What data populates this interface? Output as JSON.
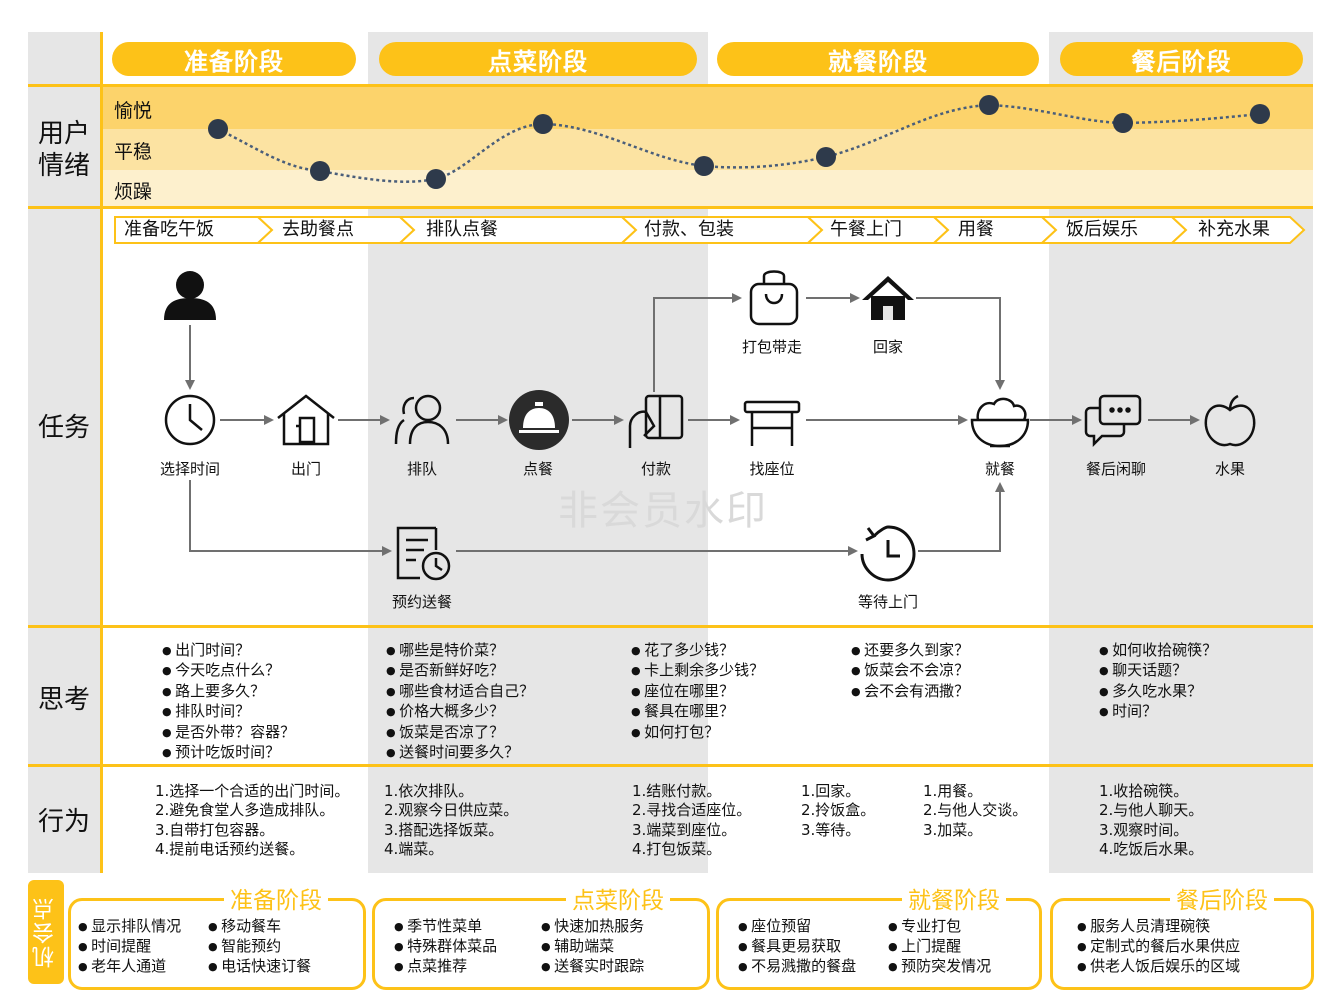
{
  "phases": [
    "准备阶段",
    "点菜阶段",
    "就餐阶段",
    "餐后阶段"
  ],
  "row_labels": {
    "emotion_line1": "用户",
    "emotion_line2": "情绪",
    "task": "任务",
    "think": "思考",
    "action": "行为",
    "opportunity": "机会点"
  },
  "emotion_levels": [
    "愉悦",
    "平稳",
    "烦躁"
  ],
  "emotion_points": [
    {
      "step": "准备吃午饭",
      "level": 1.5
    },
    {
      "step": "去助餐点",
      "level": 0.75
    },
    {
      "step": "去助餐点",
      "level": 0.6
    },
    {
      "step": "排队点餐",
      "level": 1.75
    },
    {
      "step": "付款、包装",
      "level": 1.05
    },
    {
      "step": "午餐上门",
      "level": 1.15
    },
    {
      "step": "用餐",
      "level": 2.35
    },
    {
      "step": "饭后娱乐",
      "level": 1.95
    },
    {
      "step": "补充水果",
      "level": 2.1
    }
  ],
  "tasks": [
    "准备吃午饭",
    "去助餐点",
    "排队点餐",
    "付款、包装",
    "午餐上门",
    "用餐",
    "饭后娱乐",
    "补充水果"
  ],
  "flow_nodes": {
    "user": "",
    "choose_time": "选择时间",
    "go_out": "出门",
    "queue": "排队",
    "order": "点餐",
    "pay": "付款",
    "pack": "打包带走",
    "home": "回家",
    "find_seat": "找座位",
    "dine": "就餐",
    "chat": "餐后闲聊",
    "fruit": "水果",
    "reserve": "预约送餐",
    "wait": "等待上门"
  },
  "watermark": "非会员水印",
  "thoughts": [
    [
      "出门时间？",
      "今天吃点什么？",
      "路上要多久？",
      "排队时间？",
      "是否外带？容器？",
      "预计吃饭时间？"
    ],
    [
      "哪些是特价菜？",
      "是否新鲜好吃？",
      "哪些食材适合自己？",
      "价格大概多少？",
      "饭菜是否凉了？",
      "送餐时间要多久？"
    ],
    [
      "花了多少钱？",
      "卡上剩余多少钱？",
      "座位在哪里？",
      "餐具在哪里？",
      "如何打包？"
    ],
    [
      "还要多久到家？",
      "饭菜会不会凉？",
      "会不会有洒撒？"
    ],
    [
      "如何收拾碗筷？",
      "聊天话题？",
      "多久吃水果？",
      "时间？"
    ]
  ],
  "actions": [
    [
      "1.选择一个合适的出门时间。",
      "2.避免食堂人多造成排队。",
      "3.自带打包容器。",
      "4.提前电话预约送餐。"
    ],
    [
      "1.依次排队。",
      "2.观察今日供应菜。",
      "3.搭配选择饭菜。",
      "4.端菜。"
    ],
    [
      "1.结账付款。",
      "2.寻找合适座位。",
      "3.端菜到座位。",
      "4.打包饭菜。"
    ],
    [
      "1.回家。",
      "2.拎饭盒。",
      "3.等待。"
    ],
    [
      "1.用餐。",
      "2.与他人交谈。",
      "3.加菜。"
    ],
    [
      "1.收拾碗筷。",
      "2.与他人聊天。",
      "3.观察时间。",
      "4.吃饭后水果。"
    ]
  ],
  "opportunities": [
    {
      "title": "准备阶段",
      "col1": [
        "显示排队情况",
        "时间提醒",
        "老年人通道"
      ],
      "col2": [
        "移动餐车",
        "智能预约",
        "电话快速订餐"
      ]
    },
    {
      "title": "点菜阶段",
      "col1": [
        "季节性菜单",
        "特殊群体菜品",
        "点菜推荐"
      ],
      "col2": [
        "快速加热服务",
        "辅助端菜",
        "送餐实时跟踪"
      ]
    },
    {
      "title": "就餐阶段",
      "col1": [
        "座位预留",
        "餐具更易获取",
        "不易溅撒的餐盘"
      ],
      "col2": [
        "专业打包",
        "上门提醒",
        "预防突发情况"
      ]
    },
    {
      "title": "餐后阶段",
      "col1": [
        "服务人员清理碗筷",
        "定制式的餐后水果供应",
        "供老人饭后娱乐的区域"
      ],
      "col2": []
    }
  ],
  "colors": {
    "accent": "#FDC218",
    "band_top": "#FCD36B",
    "band_mid": "#FCE3A2",
    "band_low": "#FDF0CD",
    "gray_col": "#E6E6E6",
    "node_dark": "#222222",
    "arrow": "#707070",
    "emotion_line": "#4A5E7A"
  }
}
